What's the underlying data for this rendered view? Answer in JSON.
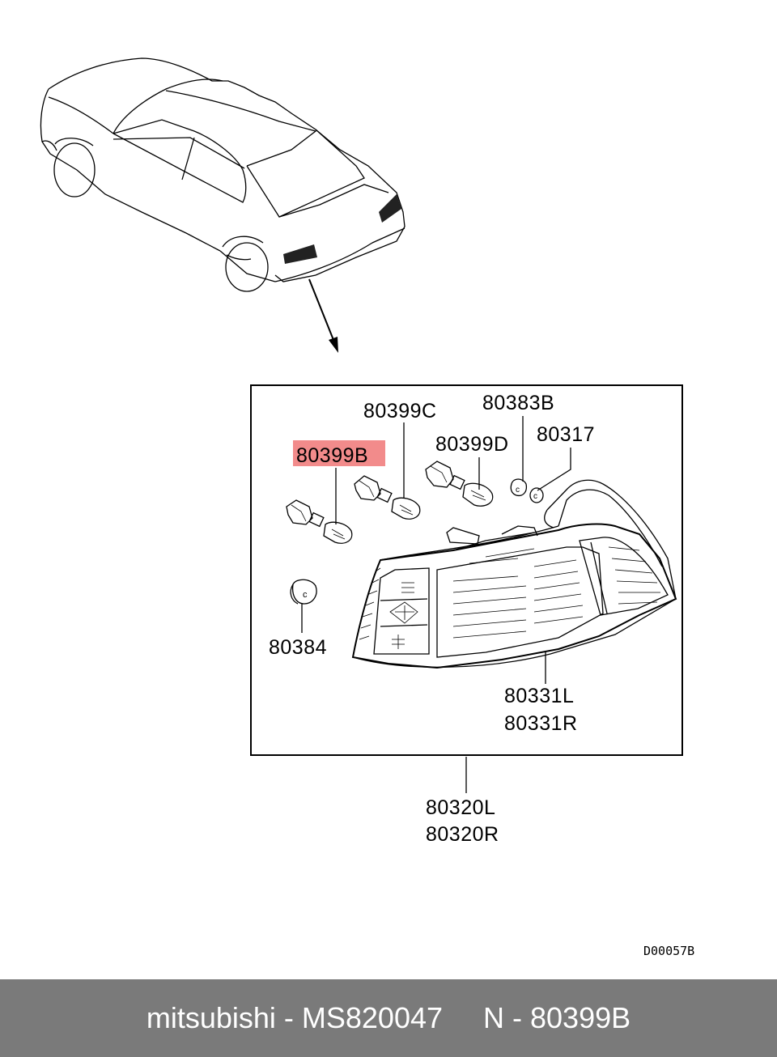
{
  "labels": {
    "bulb_c": "80399C",
    "socket_b": "80383B",
    "bulb_d": "80399D",
    "grommet": "80317",
    "bulb_b": "80399B",
    "clip": "80384",
    "lens_l": "80331L",
    "lens_r": "80331R",
    "assy_l": "80320L",
    "assy_r": "80320R",
    "diagram_code": "D00057B"
  },
  "highlight": {
    "part": "80399B",
    "color": "#f28b8b"
  },
  "footer": {
    "text": "mitsubishi - MS820047     N - 80399B",
    "background": "#7a7a7a",
    "color": "#ffffff"
  }
}
